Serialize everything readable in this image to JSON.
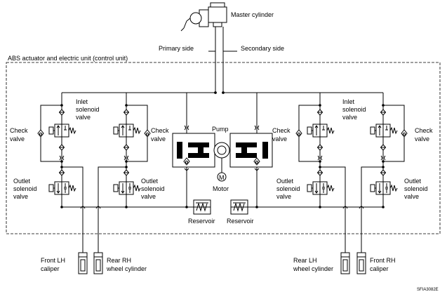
{
  "labels": {
    "master_cylinder": "Master cylinder",
    "primary_side": "Primary side",
    "secondary_side": "Secondary side",
    "abs_unit": "ABS actuator and electric unit (control unit)",
    "inlet_line1": "Inlet",
    "inlet_line2": "solenoid",
    "inlet_line3": "valve",
    "check_line1": "Check",
    "check_line2": "valve",
    "outlet_line1": "Outlet",
    "outlet_line2": "solenoid",
    "outlet_line3": "valve",
    "pump": "Pump",
    "motor": "Motor",
    "motor_symbol": "M",
    "reservoir": "Reservoir",
    "front_lh_line1": "Front LH",
    "front_lh_line2": "caliper",
    "rear_rh_line1": "Rear RH",
    "rear_rh_line2": "wheel cylinder",
    "rear_lh_line1": "Rear LH",
    "rear_lh_line2": "wheel cylinder",
    "front_rh_line1": "Front RH",
    "front_rh_line2": "caliper",
    "figure_code": "SFIA3082E"
  }
}
